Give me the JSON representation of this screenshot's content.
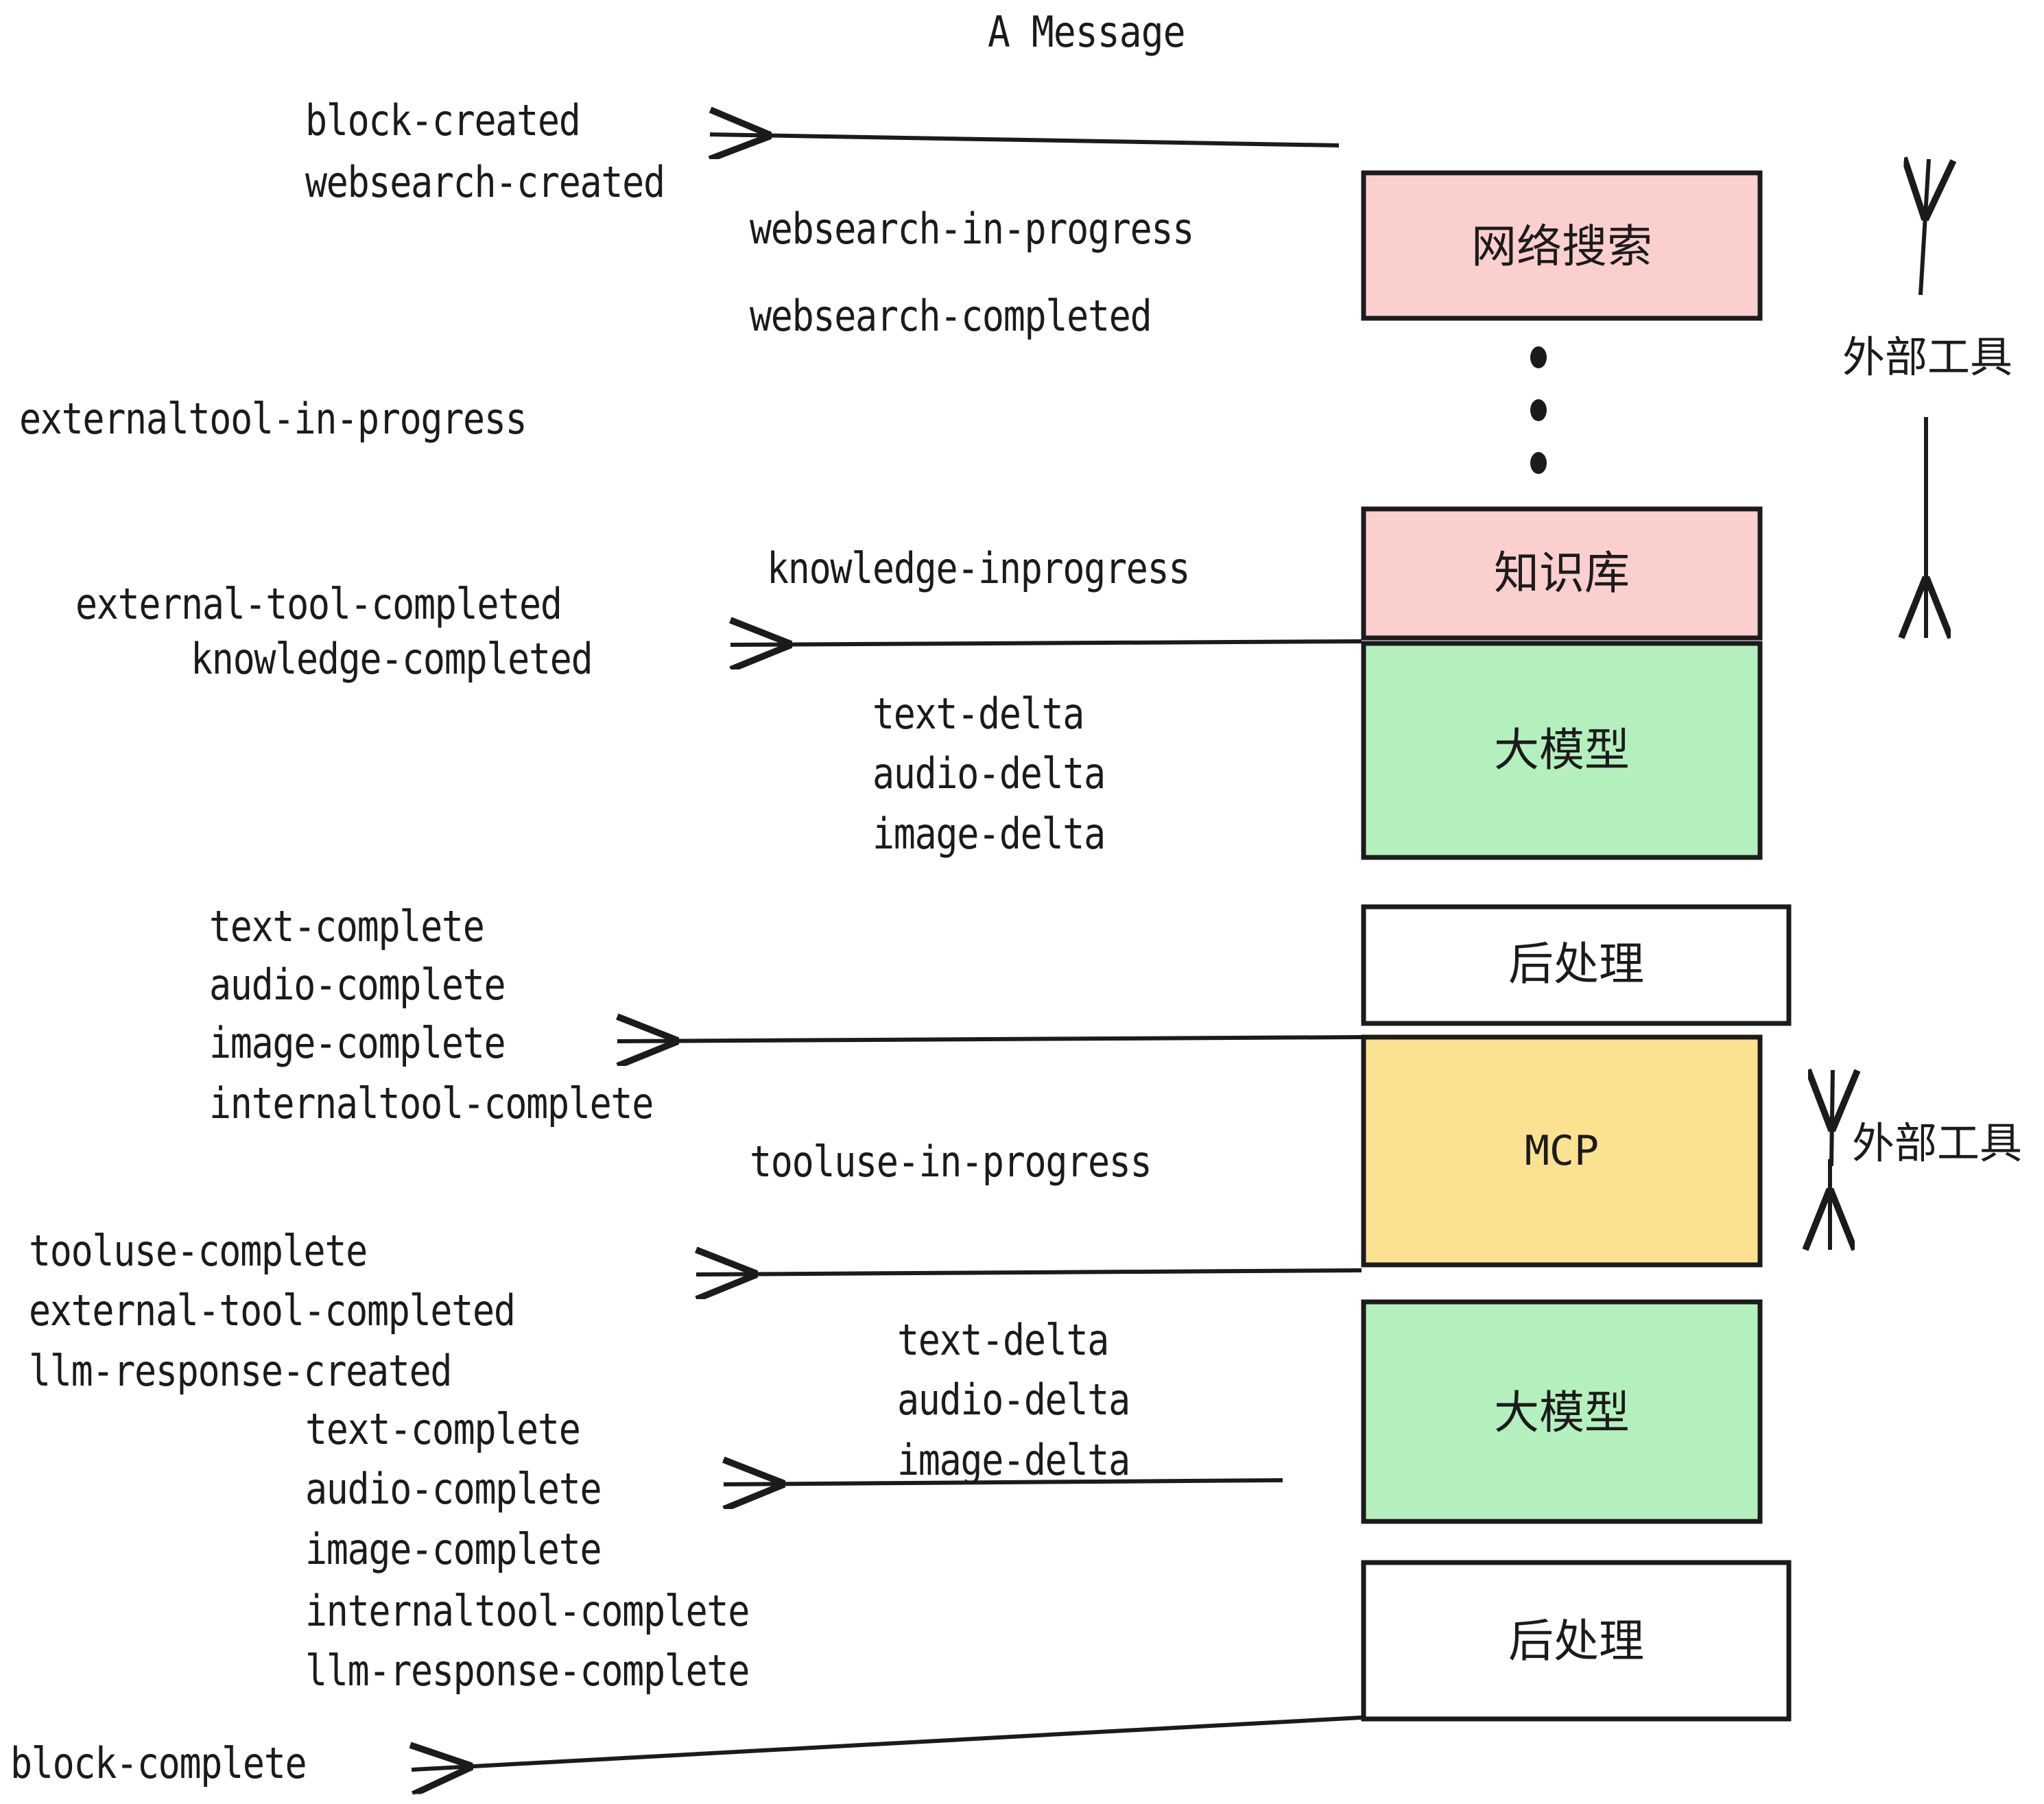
{
  "diagram": {
    "title": "A Message",
    "colors": {
      "pink": "#fccfcf",
      "green": "#b4f0bd",
      "yellow": "#fae291",
      "white": "#ffffff",
      "stroke": "#1b1b1b",
      "text": "#1b1b1b"
    },
    "nodes": [
      {
        "id": "websearch",
        "label": "网络搜索",
        "fill": "#fccfcf",
        "lang": "zh"
      },
      {
        "id": "knowledge",
        "label": "知识库",
        "fill": "#fccfcf",
        "lang": "zh"
      },
      {
        "id": "llm1",
        "label": "大模型",
        "fill": "#b4f0bd",
        "lang": "zh"
      },
      {
        "id": "postproc1",
        "label": "后处理",
        "fill": "#ffffff",
        "lang": "zh"
      },
      {
        "id": "mcp",
        "label": "MCP",
        "fill": "#fae291",
        "lang": "en"
      },
      {
        "id": "llm2",
        "label": "大模型",
        "fill": "#b4f0bd",
        "lang": "zh"
      },
      {
        "id": "postproc2",
        "label": "后处理",
        "fill": "#ffffff",
        "lang": "zh"
      }
    ],
    "side_labels": [
      {
        "id": "external-tool-top",
        "label": "外部工具"
      },
      {
        "id": "external-tool-bottom",
        "label": "外部工具"
      }
    ],
    "events": [
      {
        "id": "block-created",
        "text": "block-created"
      },
      {
        "id": "websearch-created",
        "text": "websearch-created"
      },
      {
        "id": "websearch-in-progress",
        "text": "websearch-in-progress"
      },
      {
        "id": "websearch-completed",
        "text": "websearch-completed"
      },
      {
        "id": "externaltool-in-progress",
        "text": "externaltool-in-progress"
      },
      {
        "id": "knowledge-inprogress",
        "text": "knowledge-inprogress"
      },
      {
        "id": "external-tool-completed-1",
        "text": "external-tool-completed"
      },
      {
        "id": "knowledge-completed",
        "text": "knowledge-completed"
      },
      {
        "id": "text-delta-1",
        "text": "text-delta"
      },
      {
        "id": "audio-delta-1",
        "text": "audio-delta"
      },
      {
        "id": "image-delta-1",
        "text": "image-delta"
      },
      {
        "id": "text-complete-1",
        "text": "text-complete"
      },
      {
        "id": "audio-complete-1",
        "text": "audio-complete"
      },
      {
        "id": "image-complete-1",
        "text": "image-complete"
      },
      {
        "id": "internaltool-complete-1",
        "text": "internaltool-complete"
      },
      {
        "id": "tooluse-in-progress",
        "text": "tooluse-in-progress"
      },
      {
        "id": "tooluse-complete",
        "text": "tooluse-complete"
      },
      {
        "id": "external-tool-completed-2",
        "text": "external-tool-completed"
      },
      {
        "id": "llm-response-created",
        "text": "llm-response-created"
      },
      {
        "id": "text-delta-2",
        "text": "text-delta"
      },
      {
        "id": "audio-delta-2",
        "text": "audio-delta"
      },
      {
        "id": "image-delta-2",
        "text": "image-delta"
      },
      {
        "id": "text-complete-2",
        "text": "text-complete"
      },
      {
        "id": "audio-complete-2",
        "text": "audio-complete"
      },
      {
        "id": "image-complete-2",
        "text": "image-complete"
      },
      {
        "id": "internaltool-complete-2",
        "text": "internaltool-complete"
      },
      {
        "id": "llm-response-complete",
        "text": "llm-response-complete"
      },
      {
        "id": "block-complete",
        "text": "block-complete"
      }
    ],
    "ellipsis_dots": 3
  }
}
